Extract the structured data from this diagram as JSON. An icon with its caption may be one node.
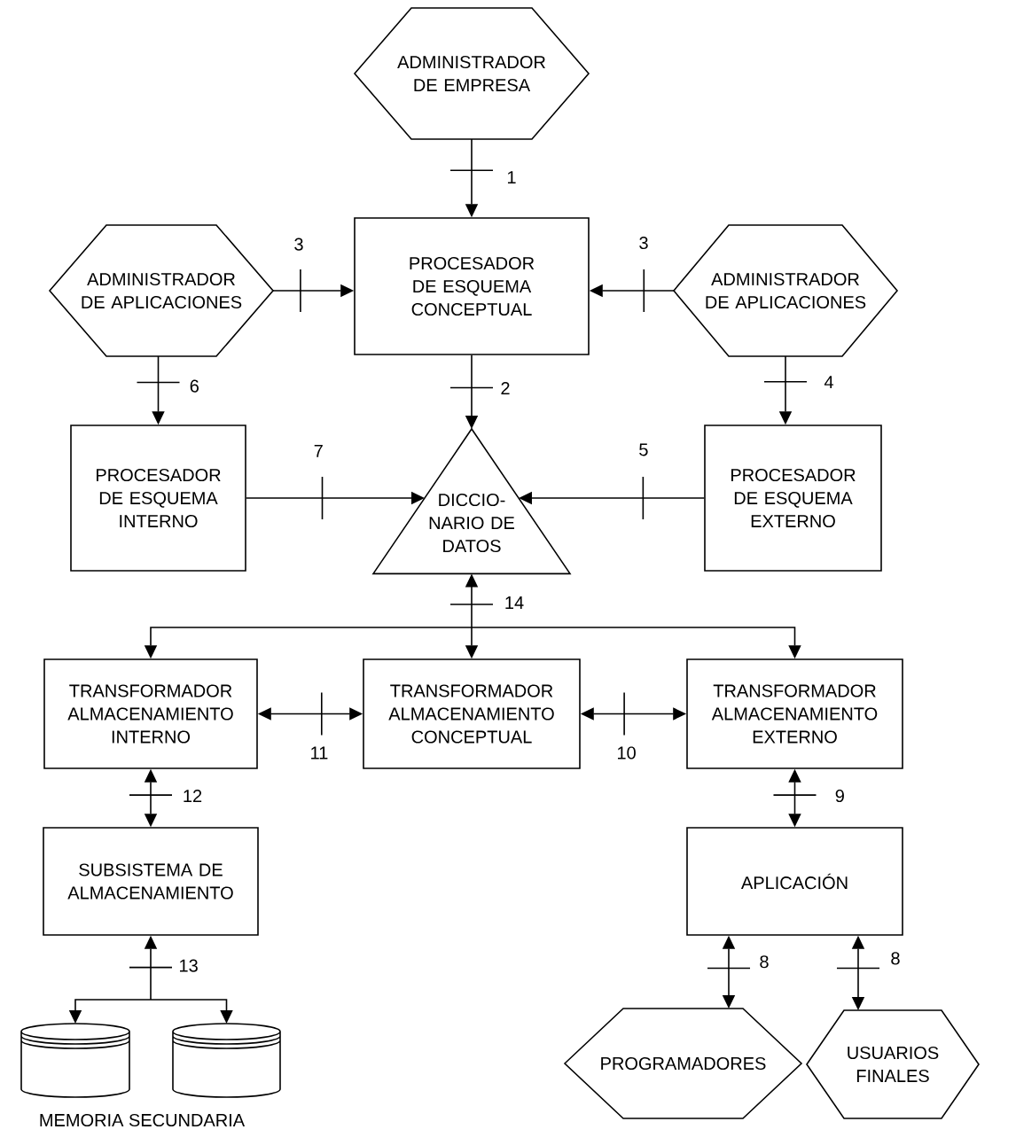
{
  "diagram": {
    "nodes": [
      {
        "text": [
          "ADMINISTRADOR DE EMPRESA"
        ]
      },
      {
        "text": [
          "ADMINISTRADOR DE APLICACIONES"
        ]
      },
      {
        "text": [
          "PROCESADOR DE ESQUEMA CONCEPTUAL"
        ]
      },
      {
        "text": [
          "ADMINISTRADOR DE APLICACIONES"
        ]
      },
      {
        "text": [
          "PROCESADOR DE ESQUEMA INTERNO"
        ]
      },
      {
        "text": [
          "DICCIO- NARIO DE DATOS"
        ]
      },
      {
        "text": [
          "PROCESADOR DE ESQUEMA EXTERNO"
        ]
      },
      {
        "text": [
          "TRANSFORMADOR ALMACENAMIENTO INTERNO"
        ]
      },
      {
        "text": [
          "TRANSFORMADOR ALMACENAMIENTO CONCEPTUAL"
        ]
      },
      {
        "text": [
          "TRANSFORMADOR ALMACENAMIENTO EXTERNO"
        ]
      },
      {
        "text": [
          "SUBSISTEMA DE ALMACENAMIENTO"
        ]
      },
      {
        "text": [
          "APLICACIÓN"
        ]
      },
      {
        "text": [],
        "shape": "cylinder"
      },
      {
        "text": [],
        "shape": "cylinder"
      },
      {
        "text": [
          "PROGRAMADORES"
        ]
      },
      {
        "text": [
          "USUARIOS FINALES"
        ]
      }
    ],
    "edges": [
      {
        "from": 0,
        "to": 2,
        "arrow": "to",
        "label": "1"
      },
      {
        "from": 1,
        "to": 2,
        "arrow": "to",
        "label": "3"
      },
      {
        "from": 3,
        "to": 2,
        "arrow": "to",
        "label": "3"
      },
      {
        "from": 1,
        "to": 4,
        "arrow": "to",
        "label": "6"
      },
      {
        "from": 2,
        "to": 5,
        "arrow": "to",
        "label": "2"
      },
      {
        "from": 3,
        "to": 6,
        "arrow": "to",
        "label": "4"
      },
      {
        "from": 4,
        "to": 5,
        "arrow": "to",
        "label": "7"
      },
      {
        "from": 6,
        "to": 5,
        "arrow": "to",
        "label": "5"
      },
      {
        "from": 5,
        "to": 7,
        "arrow": "both"
      },
      {
        "from": 5,
        "to": 8,
        "arrow": "both",
        "label": "14"
      },
      {
        "from": 5,
        "to": 9,
        "arrow": "both"
      },
      {
        "from": 7,
        "to": 8,
        "arrow": "both",
        "label": "11"
      },
      {
        "from": 8,
        "to": 9,
        "arrow": "both",
        "label": "10"
      },
      {
        "from": 7,
        "to": 10,
        "arrow": "both",
        "label": "12"
      },
      {
        "from": 9,
        "to": 11,
        "arrow": "both",
        "label": "9"
      },
      {
        "from": 10,
        "to": 12,
        "arrow": "both",
        "label": "13"
      },
      {
        "from": 10,
        "to": 13,
        "arrow": "both"
      },
      {
        "from": 11,
        "to": 14,
        "arrow": "both",
        "label": "8"
      },
      {
        "from": 11,
        "to": 15,
        "arrow": "both",
        "label": "8"
      }
    ],
    "labels": [
      "MEMORIA SECUNDARIA"
    ]
  }
}
